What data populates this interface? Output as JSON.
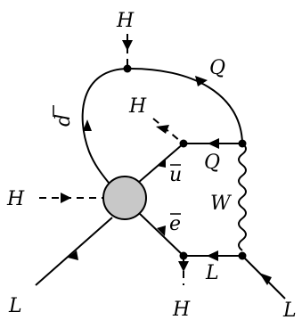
{
  "diagram": {
    "labels": {
      "higgs_top": "H",
      "higgs_mid": "H",
      "higgs_left": "H",
      "higgs_bottom": "H",
      "quark_top": "Q",
      "quark_mid": "Q",
      "dbar": "d",
      "ubar": "u",
      "ebar": "e",
      "w_boson": "W",
      "lepton_mid": "L",
      "lepton_left": "L",
      "lepton_right": "L"
    },
    "colors": {
      "lines": "#000000",
      "blob_fill": "#c8c8c8"
    }
  }
}
